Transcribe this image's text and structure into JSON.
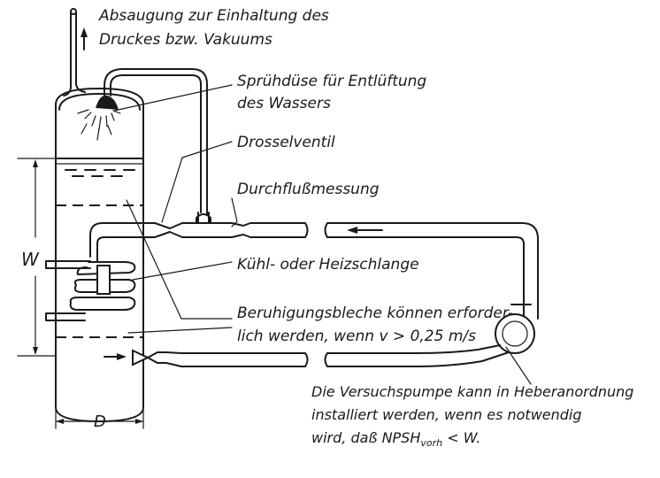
{
  "labels": {
    "suction_line1": "Absaugung zur Einhaltung des",
    "suction_line2": "Druckes  bzw.  Vakuums",
    "spray_line1": "Sprühdüse  für  Entlüftung",
    "spray_line2": "des  Wassers",
    "throttle": "Drosselventil",
    "flow": "Durchflußmessung",
    "coil": "Kühl- oder Heizschlange",
    "baffle_line1": "Beruhigungsbleche  können  erforder-",
    "baffle_line2": "lich  werden,  wenn  v > 0,25 m/s",
    "pump_line1": "Die Versuchspumpe kann in Heberanordnung",
    "pump_line2": "installiert  werden,  wenn es notwendig",
    "pump_line3_pre": "wird,  daß  NPSH",
    "pump_line3_sub": "vorh",
    "pump_line3_post": "  <  W.",
    "dim_w": "W",
    "dim_d": "D"
  }
}
